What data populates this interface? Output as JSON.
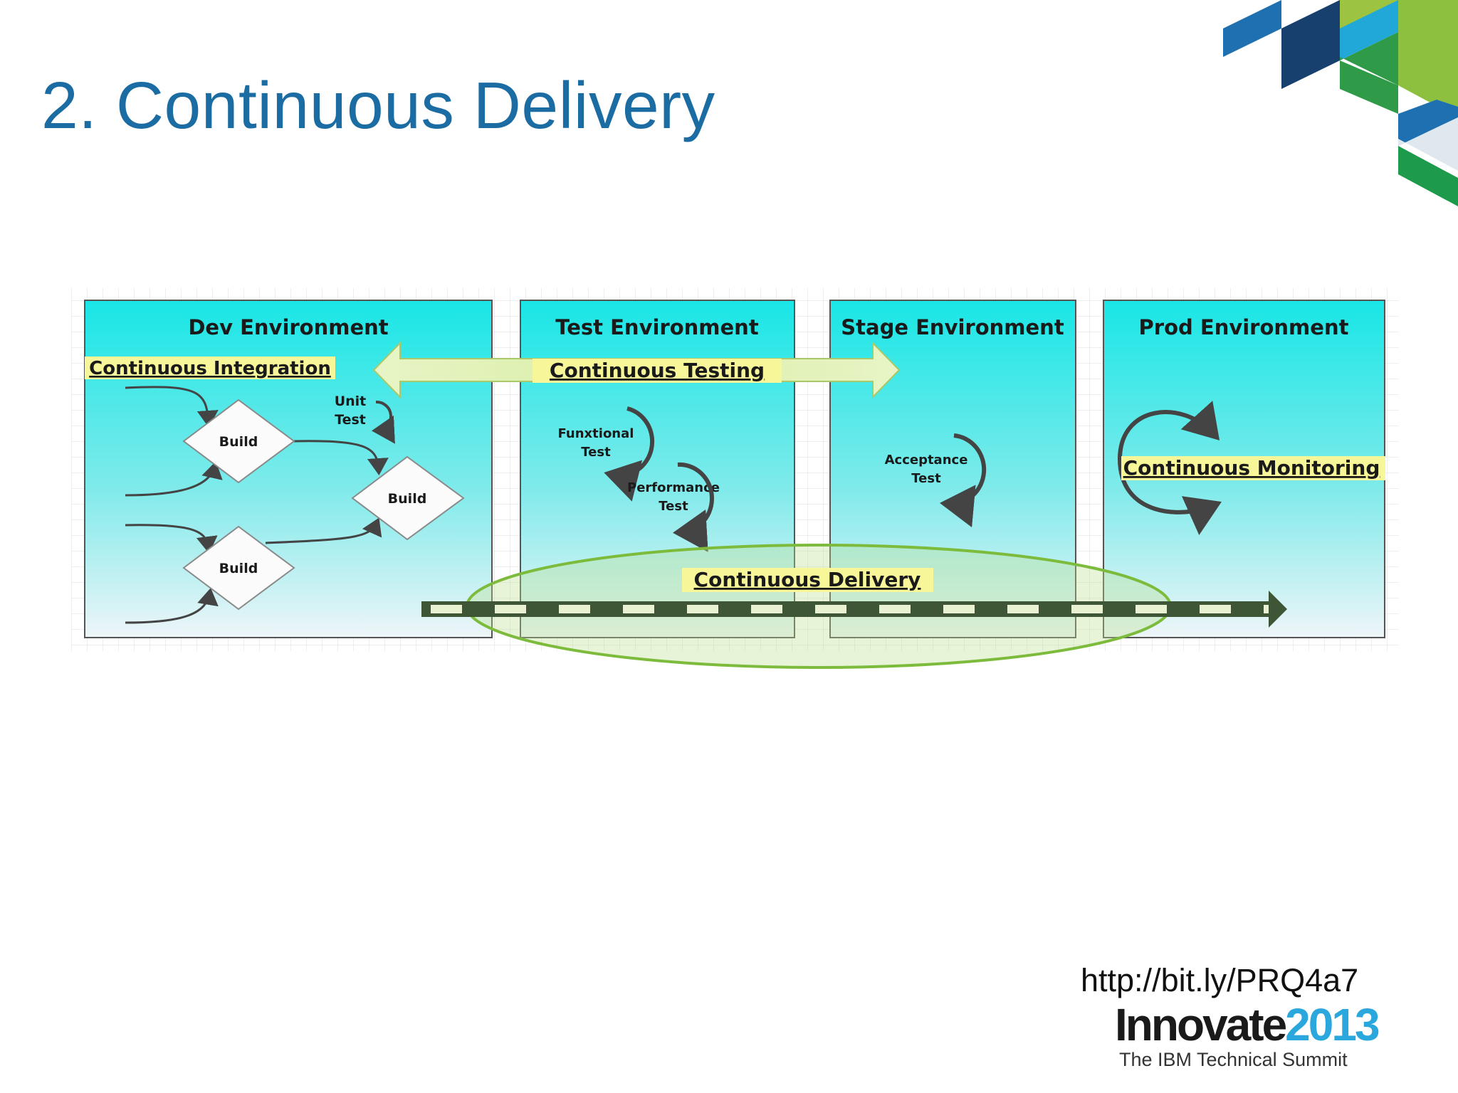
{
  "slide": {
    "title": "2. Continuous Delivery",
    "link": "http://bit.ly/PRQ4a7"
  },
  "logo": {
    "word": "Innovate",
    "year": "2013",
    "subtitle": "The IBM Technical Summit"
  },
  "colors": {
    "title_blue": "#1b6ca3",
    "panel_top": "#19e6e6",
    "panel_bottom": "#eef5f8",
    "highlight_yellow": "#f7f79a",
    "ellipse_green": "#7dbb3c",
    "delivery_arrow": "#3e5636",
    "logo_blue": "#2aa7dc"
  },
  "diagram": {
    "environments": [
      {
        "title": "Dev Environment"
      },
      {
        "title": "Test Environment"
      },
      {
        "title": "Stage Environment"
      },
      {
        "title": "Prod Environment"
      }
    ],
    "practices": {
      "integration": "Continuous Integration",
      "testing": "Continuous Testing",
      "monitoring": "Continuous Monitoring",
      "delivery": "Continuous Delivery"
    },
    "builds": [
      "Build",
      "Build",
      "Build"
    ],
    "tests": {
      "unit": [
        "Unit",
        "Test"
      ],
      "functional": [
        "Funxtional",
        "Test"
      ],
      "performance": [
        "Performance",
        "Test"
      ],
      "acceptance": [
        "Acceptance",
        "Test"
      ]
    }
  }
}
